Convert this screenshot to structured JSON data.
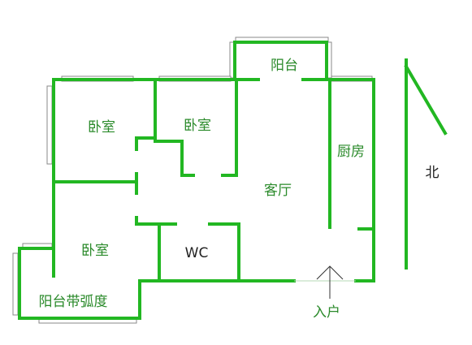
{
  "floorplan": {
    "rooms": {
      "balcony_top": "阳台",
      "bedroom_top_left": "卧室",
      "bedroom_top_middle": "卧室",
      "kitchen": "厨房",
      "living_room": "客厅",
      "bedroom_bottom_left": "卧室",
      "wc": "WC",
      "balcony_curved": "阳台带弧度"
    },
    "entrance_label": "入户",
    "north_label": "北"
  },
  "colors": {
    "wall": "#22b722",
    "window_frame": "#888888",
    "label": "#2a8a2a",
    "entrance_arrow": "#333333"
  }
}
